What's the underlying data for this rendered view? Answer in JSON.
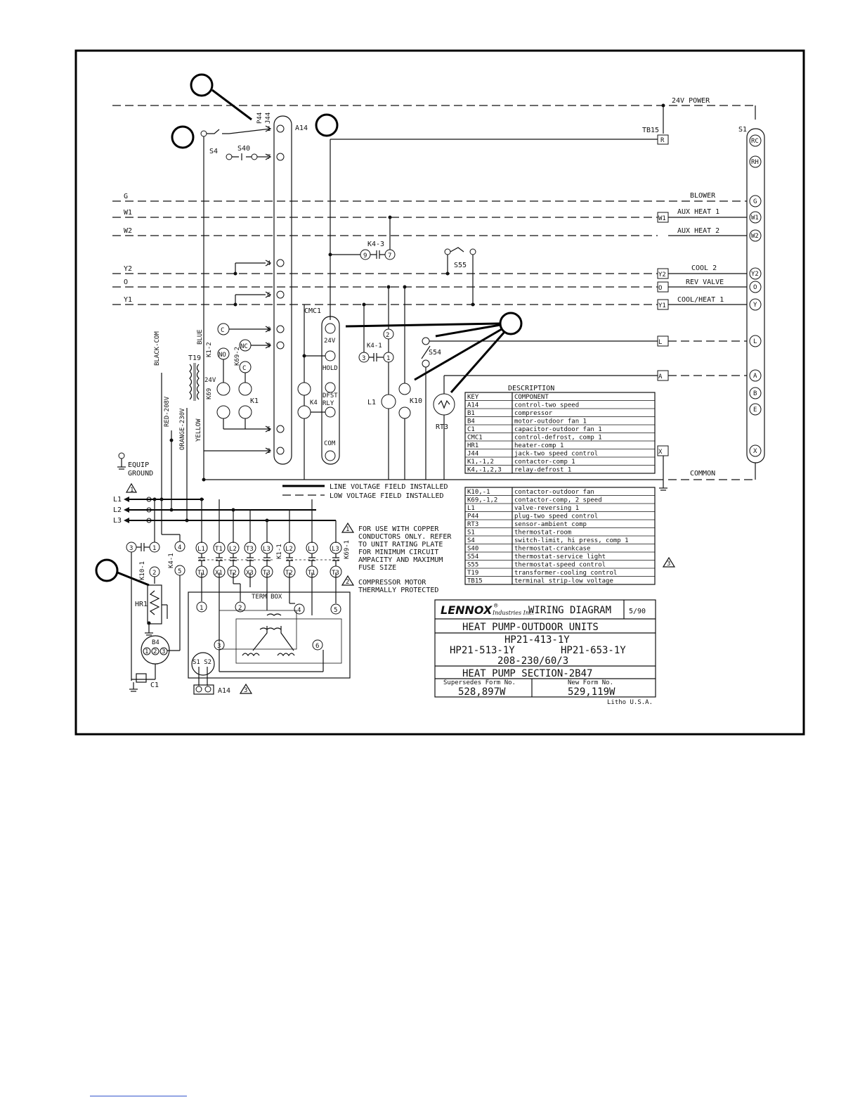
{
  "header": {
    "power": "24V POWER",
    "tb15": "TB15",
    "tb15_term": "R",
    "s1": "S1",
    "a14": "A14",
    "p44": "P44",
    "j44": "J44"
  },
  "thermostat_terminals": [
    "RC",
    "RH",
    "G",
    "W1",
    "W2",
    "Y2",
    "O",
    "Y",
    "L",
    "A",
    "B",
    "E",
    "X"
  ],
  "left_wires": [
    "G",
    "W1",
    "W2",
    "Y2",
    "O",
    "Y1"
  ],
  "right_labels": {
    "blower": "BLOWER",
    "aux1": "AUX HEAT 1",
    "aux2": "AUX HEAT 2",
    "cool2": "COOL 2",
    "rev": "REV VALVE",
    "coolheat": "COOL/HEAT 1",
    "common": "COMMON"
  },
  "tb15_terms": [
    "W1",
    "Y2",
    "O",
    "Y1",
    "L",
    "A",
    "X"
  ],
  "control": {
    "s4": "S4",
    "s40": "S40",
    "pins": [
      "1",
      "7",
      "4",
      "6",
      "8",
      "9",
      "5",
      "2"
    ],
    "k4_3": "K4-3",
    "k4_3_a": "9",
    "k4_3_b": "7",
    "s55": "S55",
    "cmc1": "CMC1",
    "cmc1_24v": "24V",
    "hold": "HOLD",
    "dfst": "DFST",
    "rly": "RLY",
    "com": "COM",
    "k4": "K4",
    "k4_1": "K4-1",
    "k4_1_a": "3",
    "k4_1_b": "1",
    "k4_1_c": "2",
    "s54": "S54",
    "l1": "L1",
    "k10": "K10",
    "rt3": "RT3",
    "k1_2": "K1-2",
    "k69_2": "K69-2",
    "c": "C",
    "no": "NO",
    "nc": "NC",
    "k69": "K69",
    "k1": "K1",
    "t19": "T19",
    "t19_24v": "24V",
    "blue": "BLUE",
    "black_com": "BLACK-COM",
    "red_208": "RED-208V",
    "orange_230": "ORANGE-230V",
    "yellow": "YELLOW"
  },
  "ground": {
    "line1": "EQUIP",
    "line2": "GROUND"
  },
  "legend_voltage": {
    "line": "LINE VOLTAGE FIELD INSTALLED",
    "low": "LOW VOLTAGE FIELD INSTALLED"
  },
  "lines": [
    "L1",
    "L2",
    "L3"
  ],
  "notes": {
    "n1_num": "1",
    "n1": [
      "FOR USE WITH COPPER",
      "CONDUCTORS ONLY. REFER",
      "TO UNIT RATING PLATE",
      "FOR MINIMUM CIRCUIT",
      "AMPACITY AND MAXIMUM",
      "FUSE SIZE"
    ],
    "n2_num": "2",
    "n2": [
      "COMPRESSOR MOTOR",
      "THERMALLY PROTECTED"
    ],
    "n3_num": "3"
  },
  "power": {
    "k10_1": "K10-1",
    "k10_terms": [
      "3",
      "1",
      "2"
    ],
    "k4_1": "K4-1",
    "k4_terms": [
      "4",
      "5"
    ],
    "hr1": "HR1",
    "b4": "B4",
    "b4_terms": [
      "1",
      "2",
      "3"
    ],
    "c1": "C1",
    "contactor_top": [
      "L1",
      "T1",
      "L2",
      "T3",
      "L3"
    ],
    "contactor_bottom": [
      "T1",
      "X1",
      "T2",
      "X3",
      "T3"
    ],
    "k1_1": "K1-1",
    "k69_top": [
      "L2",
      "L1",
      "L3"
    ],
    "k69_bottom": [
      "T2",
      "T1",
      "T3"
    ],
    "k69_1": "K69-1",
    "term_box": "TERM BOX",
    "term_box_terms": [
      "1",
      "2",
      "4",
      "5",
      "3",
      "6"
    ],
    "s1_s2": "S1 S2",
    "a14": "A14"
  },
  "description_table": {
    "title": "DESCRIPTION",
    "headers": [
      "KEY",
      "COMPONENT"
    ],
    "rows": [
      [
        "A14",
        "control-two speed"
      ],
      [
        "B1",
        "compressor"
      ],
      [
        "B4",
        "motor-outdoor fan 1"
      ],
      [
        "C1",
        "capacitor-outdoor fan 1"
      ],
      [
        "CMC1",
        "control-defrost, comp 1"
      ],
      [
        "HR1",
        "heater-comp 1"
      ],
      [
        "J44",
        "jack-two speed control"
      ],
      [
        "K1,-1,2",
        "contactor-comp 1"
      ],
      [
        "K4,-1,2,3",
        "relay-defrost 1"
      ]
    ],
    "rows2": [
      [
        "K10,-1",
        "contactor-outdoor fan"
      ],
      [
        "K69,-1,2",
        "contactor-comp, 2 speed"
      ],
      [
        "L1",
        "valve-reversing 1"
      ],
      [
        "P44",
        "plug-two speed control"
      ],
      [
        "RT3",
        "sensor-ambient comp"
      ],
      [
        "S1",
        "thermostat-room"
      ],
      [
        "S4",
        "switch-limit, hi press, comp 1"
      ],
      [
        "S40",
        "thermostat-crankcase"
      ],
      [
        "S54",
        "thermostat-service light"
      ],
      [
        "S55",
        "thermostat-speed control"
      ],
      [
        "T19",
        "transformer-cooling control"
      ],
      [
        "TB15",
        "terminal strip-low voltage"
      ]
    ]
  },
  "title_block": {
    "brand": "LENNOX",
    "brand_reg": "®",
    "brand_sub": "Industries Inc.",
    "wiring": "WIRING DIAGRAM",
    "date": "5/90",
    "line1": "HEAT PUMP-OUTDOOR UNITS",
    "line2": "HP21-413-1Y",
    "line3a": "HP21-513-1Y",
    "line3b": "HP21-653-1Y",
    "line4": "208-230/60/3",
    "line5": "HEAT PUMP SECTION-2B47",
    "supersedes_label": "Supersedes Form No.",
    "supersedes": "528,897W",
    "new_label": "New Form No.",
    "new": "529,119W",
    "litho": "Litho U.S.A."
  }
}
